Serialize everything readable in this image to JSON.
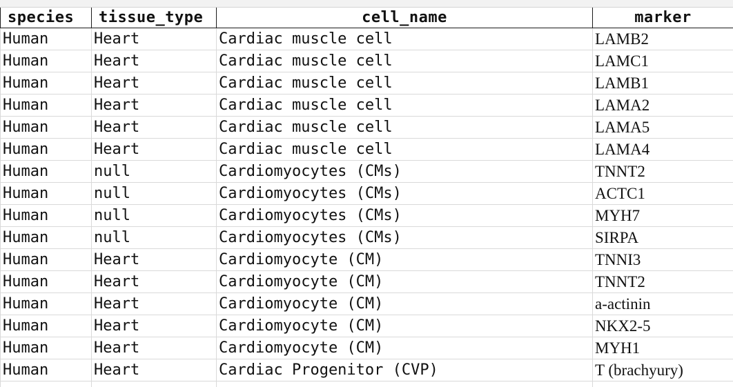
{
  "columns": [
    "species",
    "tissue_type",
    "cell_name",
    "marker"
  ],
  "rows": [
    [
      "Human",
      "Heart",
      "Cardiac muscle cell",
      "LAMB2"
    ],
    [
      "Human",
      "Heart",
      "Cardiac muscle cell",
      "LAMC1"
    ],
    [
      "Human",
      "Heart",
      "Cardiac muscle cell",
      "LAMB1"
    ],
    [
      "Human",
      "Heart",
      "Cardiac muscle cell",
      "LAMA2"
    ],
    [
      "Human",
      "Heart",
      "Cardiac muscle cell",
      "LAMA5"
    ],
    [
      "Human",
      "Heart",
      "Cardiac muscle cell",
      "LAMA4"
    ],
    [
      "Human",
      "null",
      "Cardiomyocytes (CMs)",
      "TNNT2"
    ],
    [
      "Human",
      "null",
      "Cardiomyocytes (CMs)",
      "ACTC1"
    ],
    [
      "Human",
      "null",
      "Cardiomyocytes (CMs)",
      "MYH7"
    ],
    [
      "Human",
      "null",
      "Cardiomyocytes (CMs)",
      "SIRPA"
    ],
    [
      "Human",
      "Heart",
      "Cardiomyocyte (CM)",
      "TNNI3"
    ],
    [
      "Human",
      "Heart",
      "Cardiomyocyte (CM)",
      "TNNT2"
    ],
    [
      "Human",
      "Heart",
      "Cardiomyocyte (CM)",
      "a-actinin"
    ],
    [
      "Human",
      "Heart",
      "Cardiomyocyte (CM)",
      "NKX2-5"
    ],
    [
      "Human",
      "Heart",
      "Cardiomyocyte (CM)",
      "MYH1"
    ],
    [
      "Human",
      "Heart",
      "Cardiac Progenitor (CVP)",
      "T (brachyury)"
    ]
  ]
}
